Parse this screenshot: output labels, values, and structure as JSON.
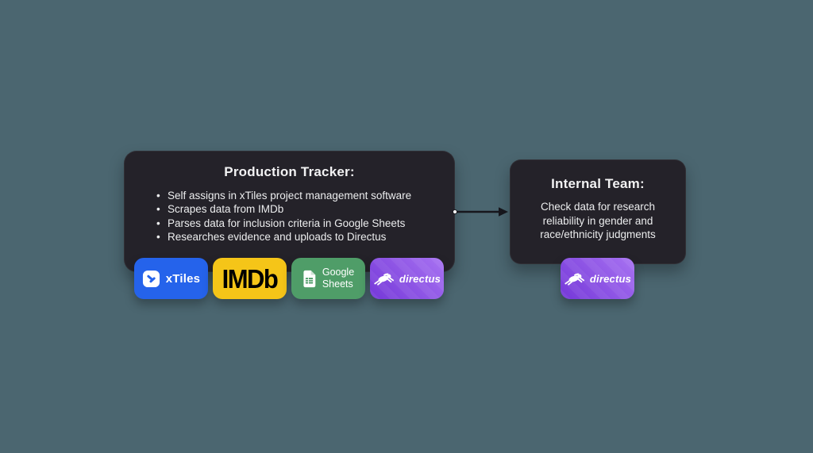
{
  "colors": {
    "background": "#4B6670",
    "box-fill": "#242229",
    "text-light": "#F2F2F3",
    "xtiles-blue": "#2563EB",
    "imdb-yellow": "#F5C518",
    "sheets-green": "#4F9D68",
    "directus-light": "#A873F2",
    "directus-dark": "#7437D8",
    "arrow-dark": "#17171D"
  },
  "production_tracker": {
    "title": "Production Tracker:",
    "bullets": [
      "Self assigns in xTiles project management software",
      "Scrapes data from IMDb",
      "Parses data for inclusion criteria in Google Sheets",
      "Researches evidence and uploads to Directus"
    ]
  },
  "internal_team": {
    "title": "Internal Team:",
    "description": "Check data for research reliability in gender and race/ethnicity judgments"
  },
  "badges": {
    "xtiles": {
      "label": "xTiles"
    },
    "imdb": {
      "label": "IMDb"
    },
    "google_sheets": {
      "label_line1": "Google",
      "label_line2": "Sheets"
    },
    "directus": {
      "label": "directus"
    }
  },
  "internal_badge": {
    "label": "directus"
  },
  "icons": {
    "xtiles_icon": "white-rounded-tile-with-blue-slashes",
    "google_sheets_icon": "white-spreadsheet-document",
    "directus_icon": "white-leaping-rabbit",
    "connector_arrow": "right-arrow-with-start-dot"
  }
}
